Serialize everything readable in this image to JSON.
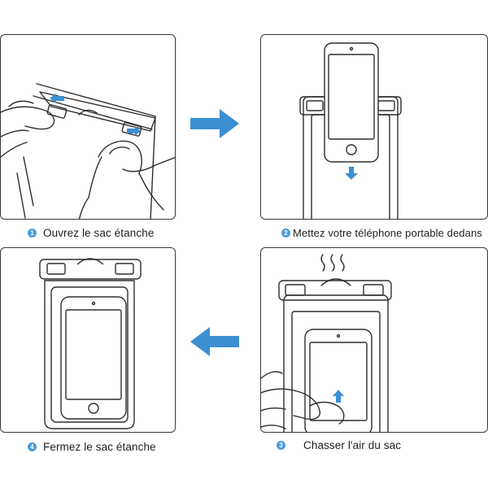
{
  "steps": [
    {
      "number": "1",
      "text": "Ouvrez le sac étanche"
    },
    {
      "number": "2",
      "text": "Mettez votre téléphone portable dedans"
    },
    {
      "number": "3",
      "text": "Chasser l'air du sac"
    },
    {
      "number": "4",
      "text": "Fermez le sac étanche"
    }
  ],
  "colors": {
    "accent": "#3d8fd1",
    "badge": "#4a9ad8",
    "outline": "#3a3a3a",
    "arrow": "#3d8fd1"
  },
  "icons": {
    "flow_right": "arrow-right-icon",
    "flow_left": "arrow-left-icon",
    "air": "air-waves-icon",
    "push_down": "arrow-down-icon",
    "push_up": "arrow-up-icon"
  }
}
